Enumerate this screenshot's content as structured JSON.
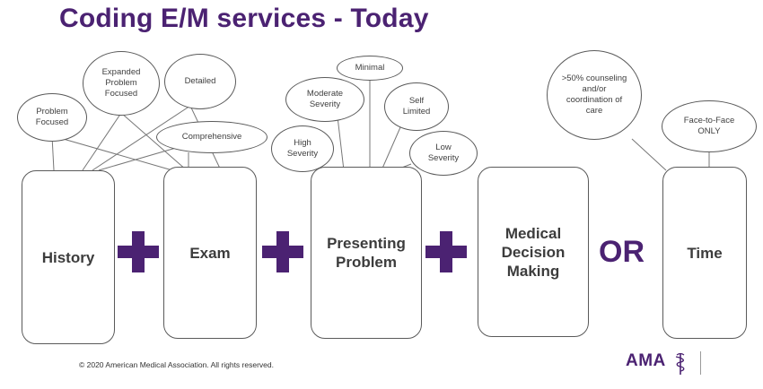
{
  "title": "Coding E/M services - Today",
  "boxes": {
    "history": "History",
    "exam": "Exam",
    "presenting_problem": "Presenting Problem",
    "mdm": "Medical Decision Making",
    "time": "Time"
  },
  "operator_or": "OR",
  "ovals": {
    "problem_focused": "Problem Focused",
    "expanded_problem_focused": "Expanded Problem Focused",
    "detailed": "Detailed",
    "comprehensive": "Comprehensive",
    "high_severity": "High Severity",
    "moderate_severity": "Moderate Severity",
    "minimal": "Minimal",
    "self_limited": "Self Limited",
    "low_severity": "Low Severity",
    "counseling": ">50% counseling and/or coordination of care",
    "face_to_face": "Face-to-Face ONLY"
  },
  "footer": {
    "copyright": "© 2020 American Medical Association. All rights reserved.",
    "logo_text": "AMA"
  },
  "colors": {
    "accent": "#4b2272",
    "border": "#5a5a5a",
    "text": "#3c3c3c"
  },
  "icons": {
    "plus": "plus-icon",
    "logo": "caduceus-icon"
  }
}
